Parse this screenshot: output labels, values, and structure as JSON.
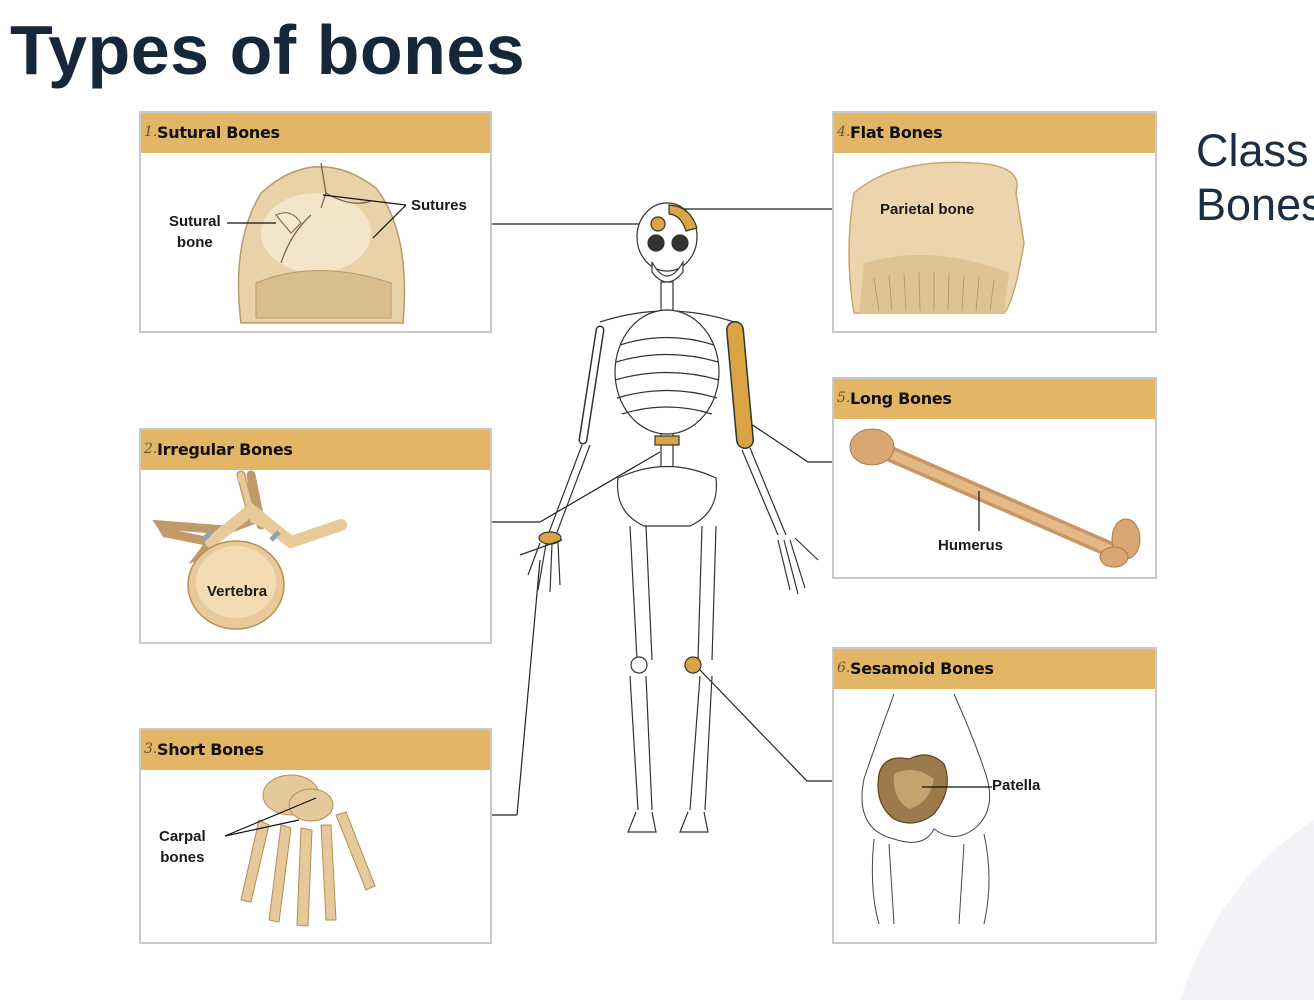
{
  "slide": {
    "title": "Types of bones",
    "side_text_line1": "Class",
    "side_text_line2": "Bones"
  },
  "panels": {
    "sutural": {
      "number": "1.",
      "title": "Sutural Bones",
      "labels": {
        "sutural_bone": "Sutural\nbone",
        "sutures": "Sutures"
      }
    },
    "irregular": {
      "number": "2.",
      "title": "Irregular Bones",
      "labels": {
        "vertebra": "Vertebra"
      }
    },
    "short": {
      "number": "3.",
      "title": "Short Bones",
      "labels": {
        "carpal": "Carpal\nbones"
      }
    },
    "flat": {
      "number": "4.",
      "title": "Flat Bones",
      "labels": {
        "parietal": "Parietal bone"
      }
    },
    "long": {
      "number": "5.",
      "title": "Long Bones",
      "labels": {
        "humerus": "Humerus"
      }
    },
    "sesamoid": {
      "number": "6.",
      "title": "Sesamoid Bones",
      "labels": {
        "patella": "Patella"
      }
    }
  },
  "colors": {
    "header": "#e2b567",
    "highlight": "#d9a441",
    "bone": "#e8c99a",
    "title": "#17273a"
  }
}
